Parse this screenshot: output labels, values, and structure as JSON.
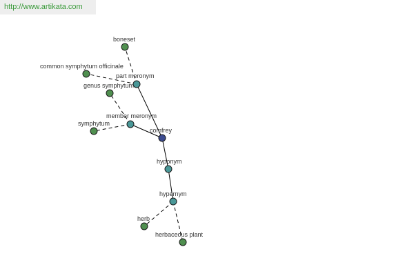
{
  "site_url": "http://www.artikata.com",
  "colors": {
    "leaf": "#4f8f4f",
    "relation": "#4a9898",
    "center": "#3b4a8f",
    "link": "#3a9a3a"
  },
  "nodes": [
    {
      "id": "comfrey",
      "label": "comfrey",
      "kind": "center"
    },
    {
      "id": "part-meronym",
      "label": "part meronym",
      "kind": "relation"
    },
    {
      "id": "member-meronym",
      "label": "member meronym",
      "kind": "relation"
    },
    {
      "id": "hyponym",
      "label": "hyponym",
      "kind": "relation"
    },
    {
      "id": "hypernym",
      "label": "hypernym",
      "kind": "relation"
    },
    {
      "id": "boneset",
      "label": "boneset",
      "kind": "leaf"
    },
    {
      "id": "common-symphytum-officinale",
      "label": "common symphytum officinale",
      "kind": "leaf"
    },
    {
      "id": "genus-symphytum",
      "label": "genus symphytum",
      "kind": "leaf"
    },
    {
      "id": "symphytum",
      "label": "symphytum",
      "kind": "leaf"
    },
    {
      "id": "herb",
      "label": "herb",
      "kind": "leaf"
    },
    {
      "id": "herbaceous-plant",
      "label": "herbaceous plant",
      "kind": "leaf"
    }
  ],
  "edges": [
    {
      "from": "comfrey",
      "to": "part-meronym",
      "style": "solid"
    },
    {
      "from": "comfrey",
      "to": "member-meronym",
      "style": "solid"
    },
    {
      "from": "comfrey",
      "to": "hyponym",
      "style": "solid"
    },
    {
      "from": "hyponym",
      "to": "hypernym",
      "style": "solid"
    },
    {
      "from": "part-meronym",
      "to": "boneset",
      "style": "dashed"
    },
    {
      "from": "part-meronym",
      "to": "common-symphytum-officinale",
      "style": "dashed"
    },
    {
      "from": "member-meronym",
      "to": "genus-symphytum",
      "style": "dashed"
    },
    {
      "from": "member-meronym",
      "to": "symphytum",
      "style": "dashed"
    },
    {
      "from": "hypernym",
      "to": "herb",
      "style": "dashed"
    },
    {
      "from": "hypernym",
      "to": "herbaceous-plant",
      "style": "dashed"
    }
  ]
}
